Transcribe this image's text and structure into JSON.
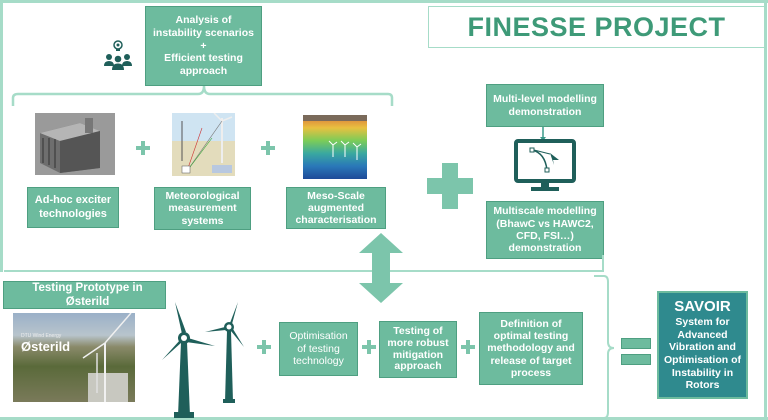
{
  "title": "FINESSE PROJECT",
  "top_box": {
    "line1": "Analysis of",
    "line2": "instability scenarios",
    "line3": "+",
    "line4": "Efficient testing",
    "line5": "approach"
  },
  "inputs": [
    {
      "label_l1": "Ad-hoc exciter",
      "label_l2": "technologies",
      "image": "exciter-container-illustration"
    },
    {
      "label_l1": "Meteorological",
      "label_l2": "measurement",
      "label_l3": "systems",
      "image": "met-mast-lidar-illustration"
    },
    {
      "label_l1": "Meso-Scale",
      "label_l2": "augmented",
      "label_l3": "characterisation",
      "image": "wind-field-simulation-map"
    }
  ],
  "modelling": {
    "top_l1": "Multi-level modelling",
    "top_l2": "demonstration",
    "bottom_l1": "Multiscale modelling",
    "bottom_l2": "(BhawC vs HAWC2,",
    "bottom_l3": "CFD, FSI…)",
    "bottom_l4": "demonstration"
  },
  "testing": {
    "header": "Testing Prototype in Østerild",
    "photo_caption_small": "DTU Wind Energy",
    "photo_caption": "Østerild",
    "steps": [
      {
        "l1": "Optimisation",
        "l2": "of testing",
        "l3": "technology"
      },
      {
        "l1": "Testing of",
        "l2": "more robust",
        "l3": "mitigation",
        "l4": "approach"
      },
      {
        "l1": "Definition of",
        "l2": "optimal testing",
        "l3": "methodology and",
        "l4": "release of target",
        "l5": "process"
      }
    ]
  },
  "result": {
    "name": "SAVOIR",
    "l1": "System for",
    "l2": "Advanced",
    "l3": "Vibration and",
    "l4": "Optimisation of",
    "l5": "Instability in",
    "l6": "Rotors"
  },
  "colors": {
    "accent": "#6dbb9e",
    "title": "#3e9a78",
    "dark_teal": "#1f5f5a",
    "savoir": "#2f8a8e",
    "frame": "#a6dcc8"
  }
}
